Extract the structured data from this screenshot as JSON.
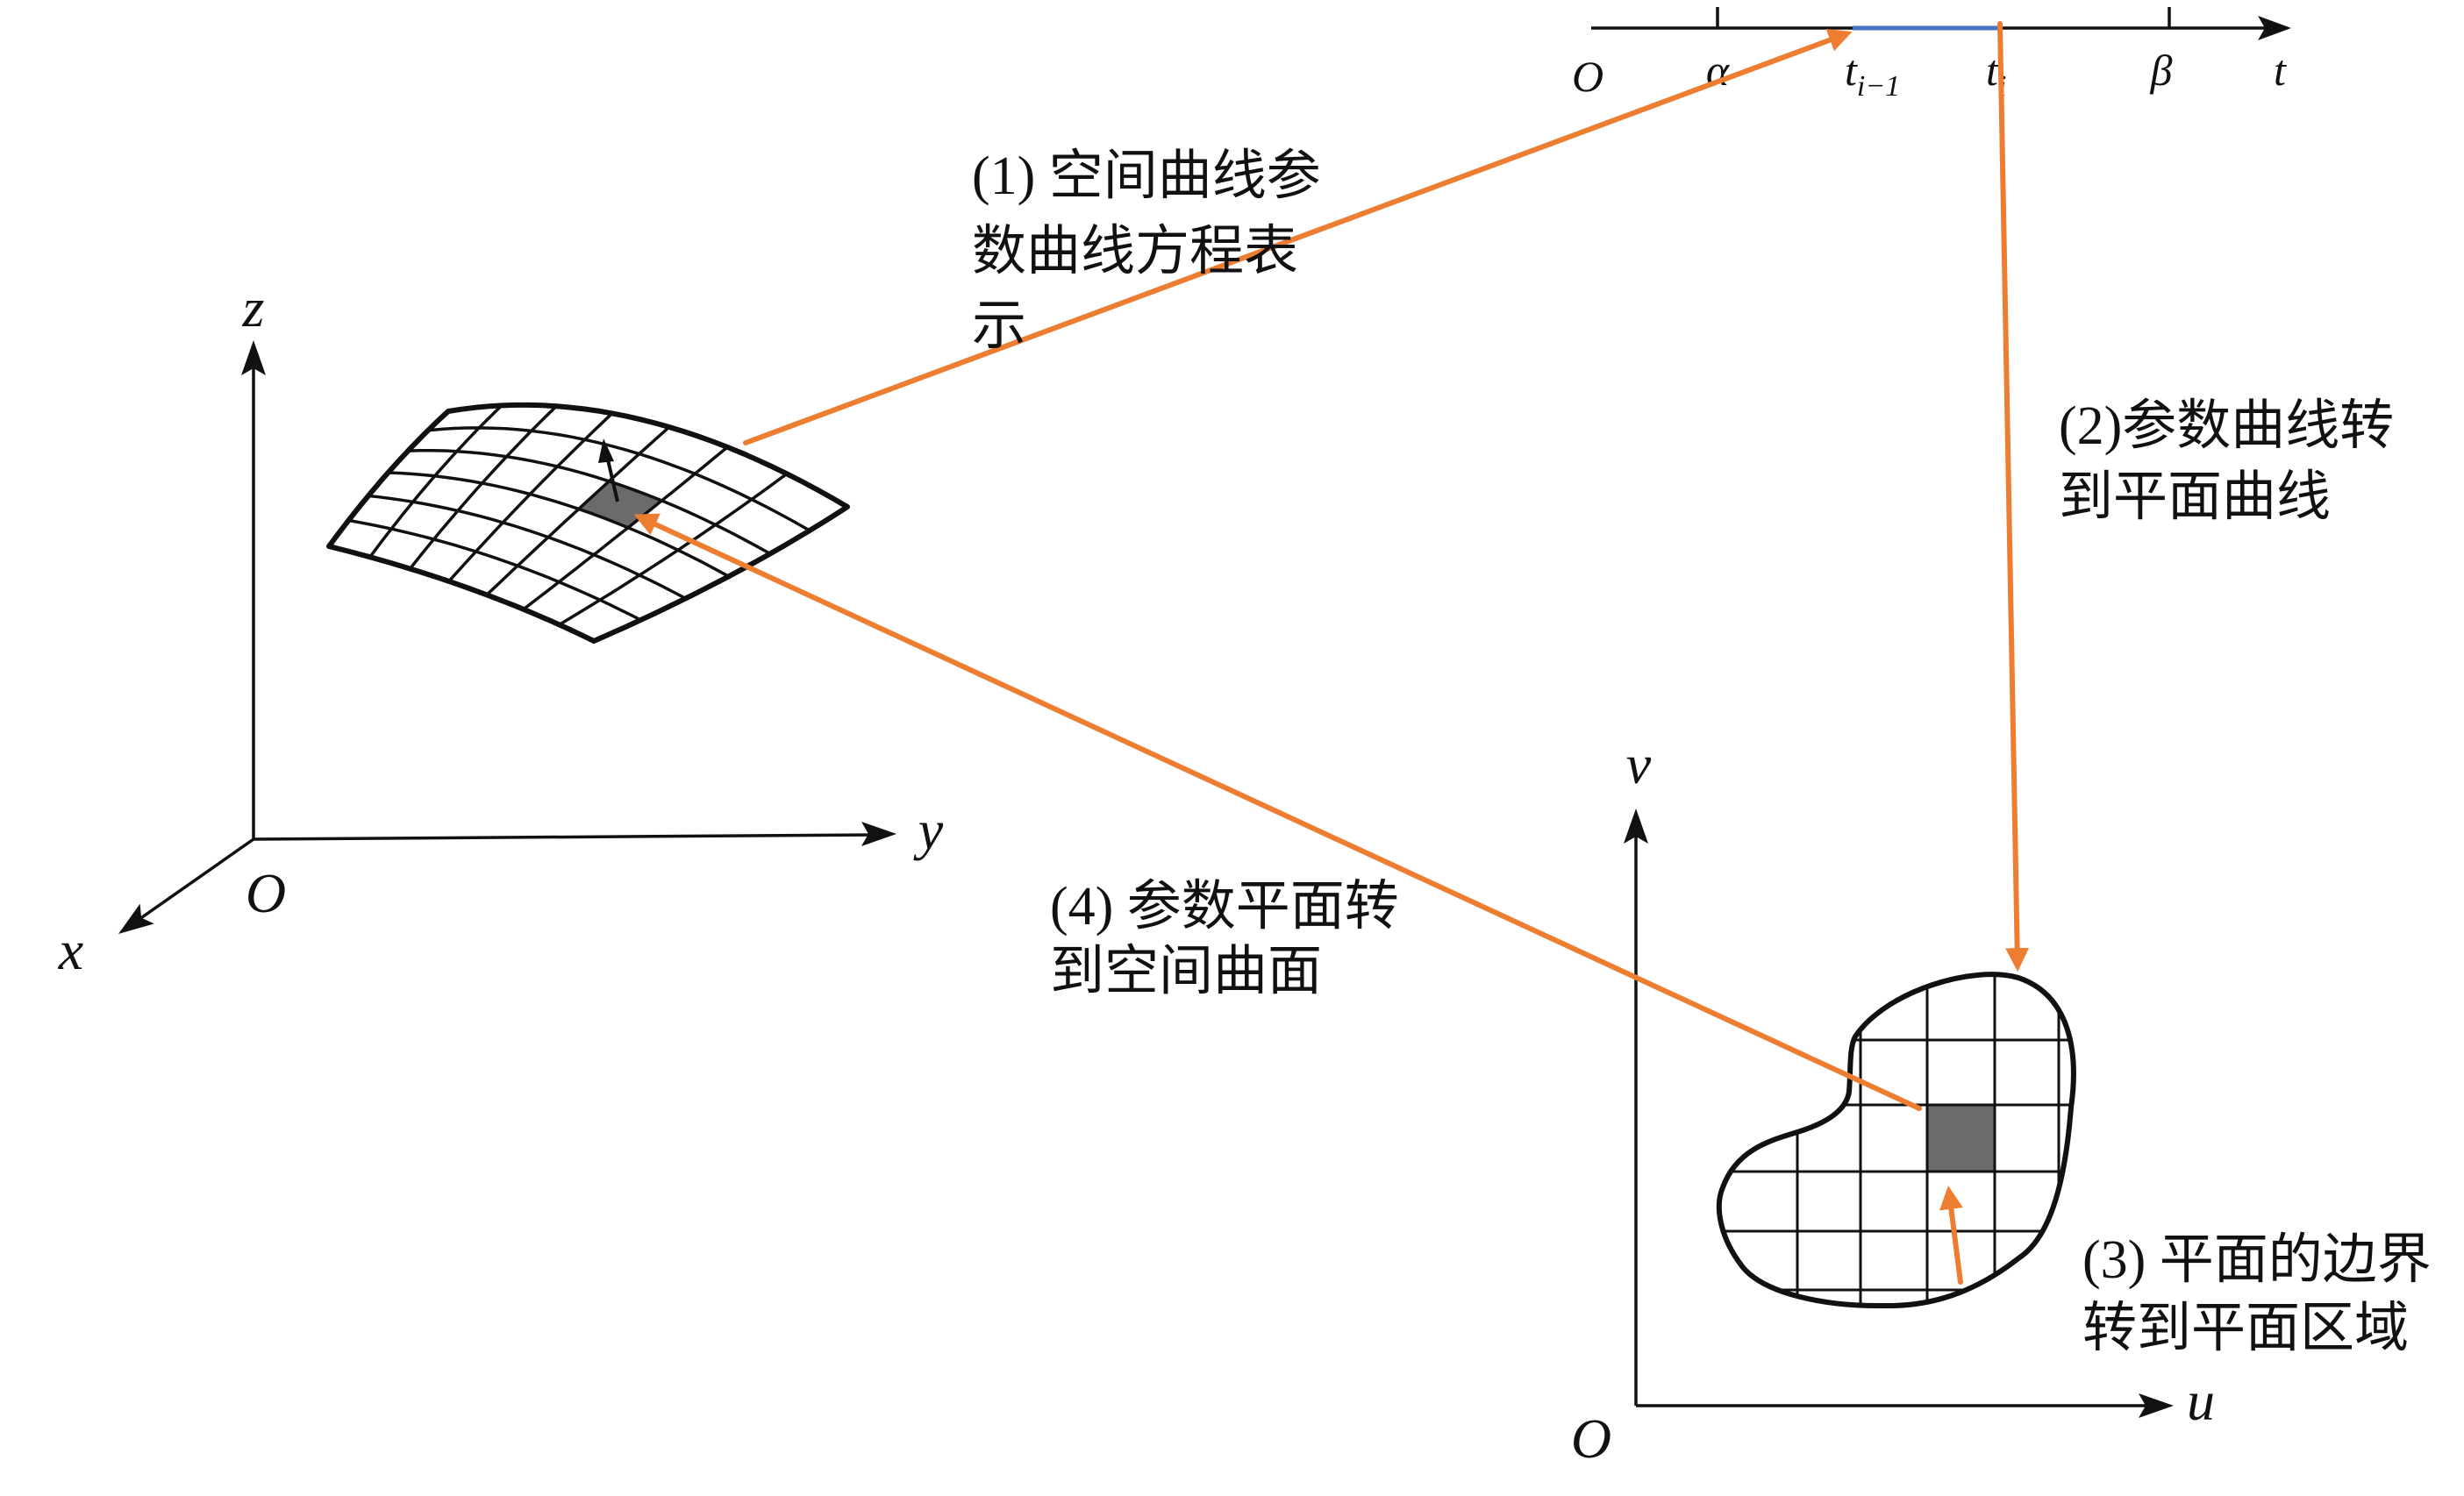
{
  "number_line": {
    "origin": "O",
    "axis_label": "t",
    "ticks": [
      {
        "label": "α"
      },
      {
        "label": "t",
        "sub": "i−1"
      },
      {
        "label": "t",
        "sub": "i"
      },
      {
        "label": "β"
      }
    ]
  },
  "space_axes": {
    "z_label": "z",
    "y_label": "y",
    "x_label": "x",
    "origin": "O"
  },
  "plane_axes": {
    "v_label": "v",
    "u_label": "u",
    "origin": "O"
  },
  "steps": [
    {
      "lines": [
        "(1) 空间曲线参",
        "数曲线方程表",
        "示"
      ]
    },
    {
      "lines": [
        "(2)参数曲线转",
        "到平面曲线"
      ]
    },
    {
      "lines": [
        "(3) 平面的边界",
        "转到平面区域"
      ]
    },
    {
      "lines": [
        "(4) 参数平面转",
        "到空间曲面"
      ]
    }
  ],
  "colors": {
    "arrow": "#ED7D31",
    "interval": "#4472C4",
    "shade": "#6B6B6B"
  }
}
